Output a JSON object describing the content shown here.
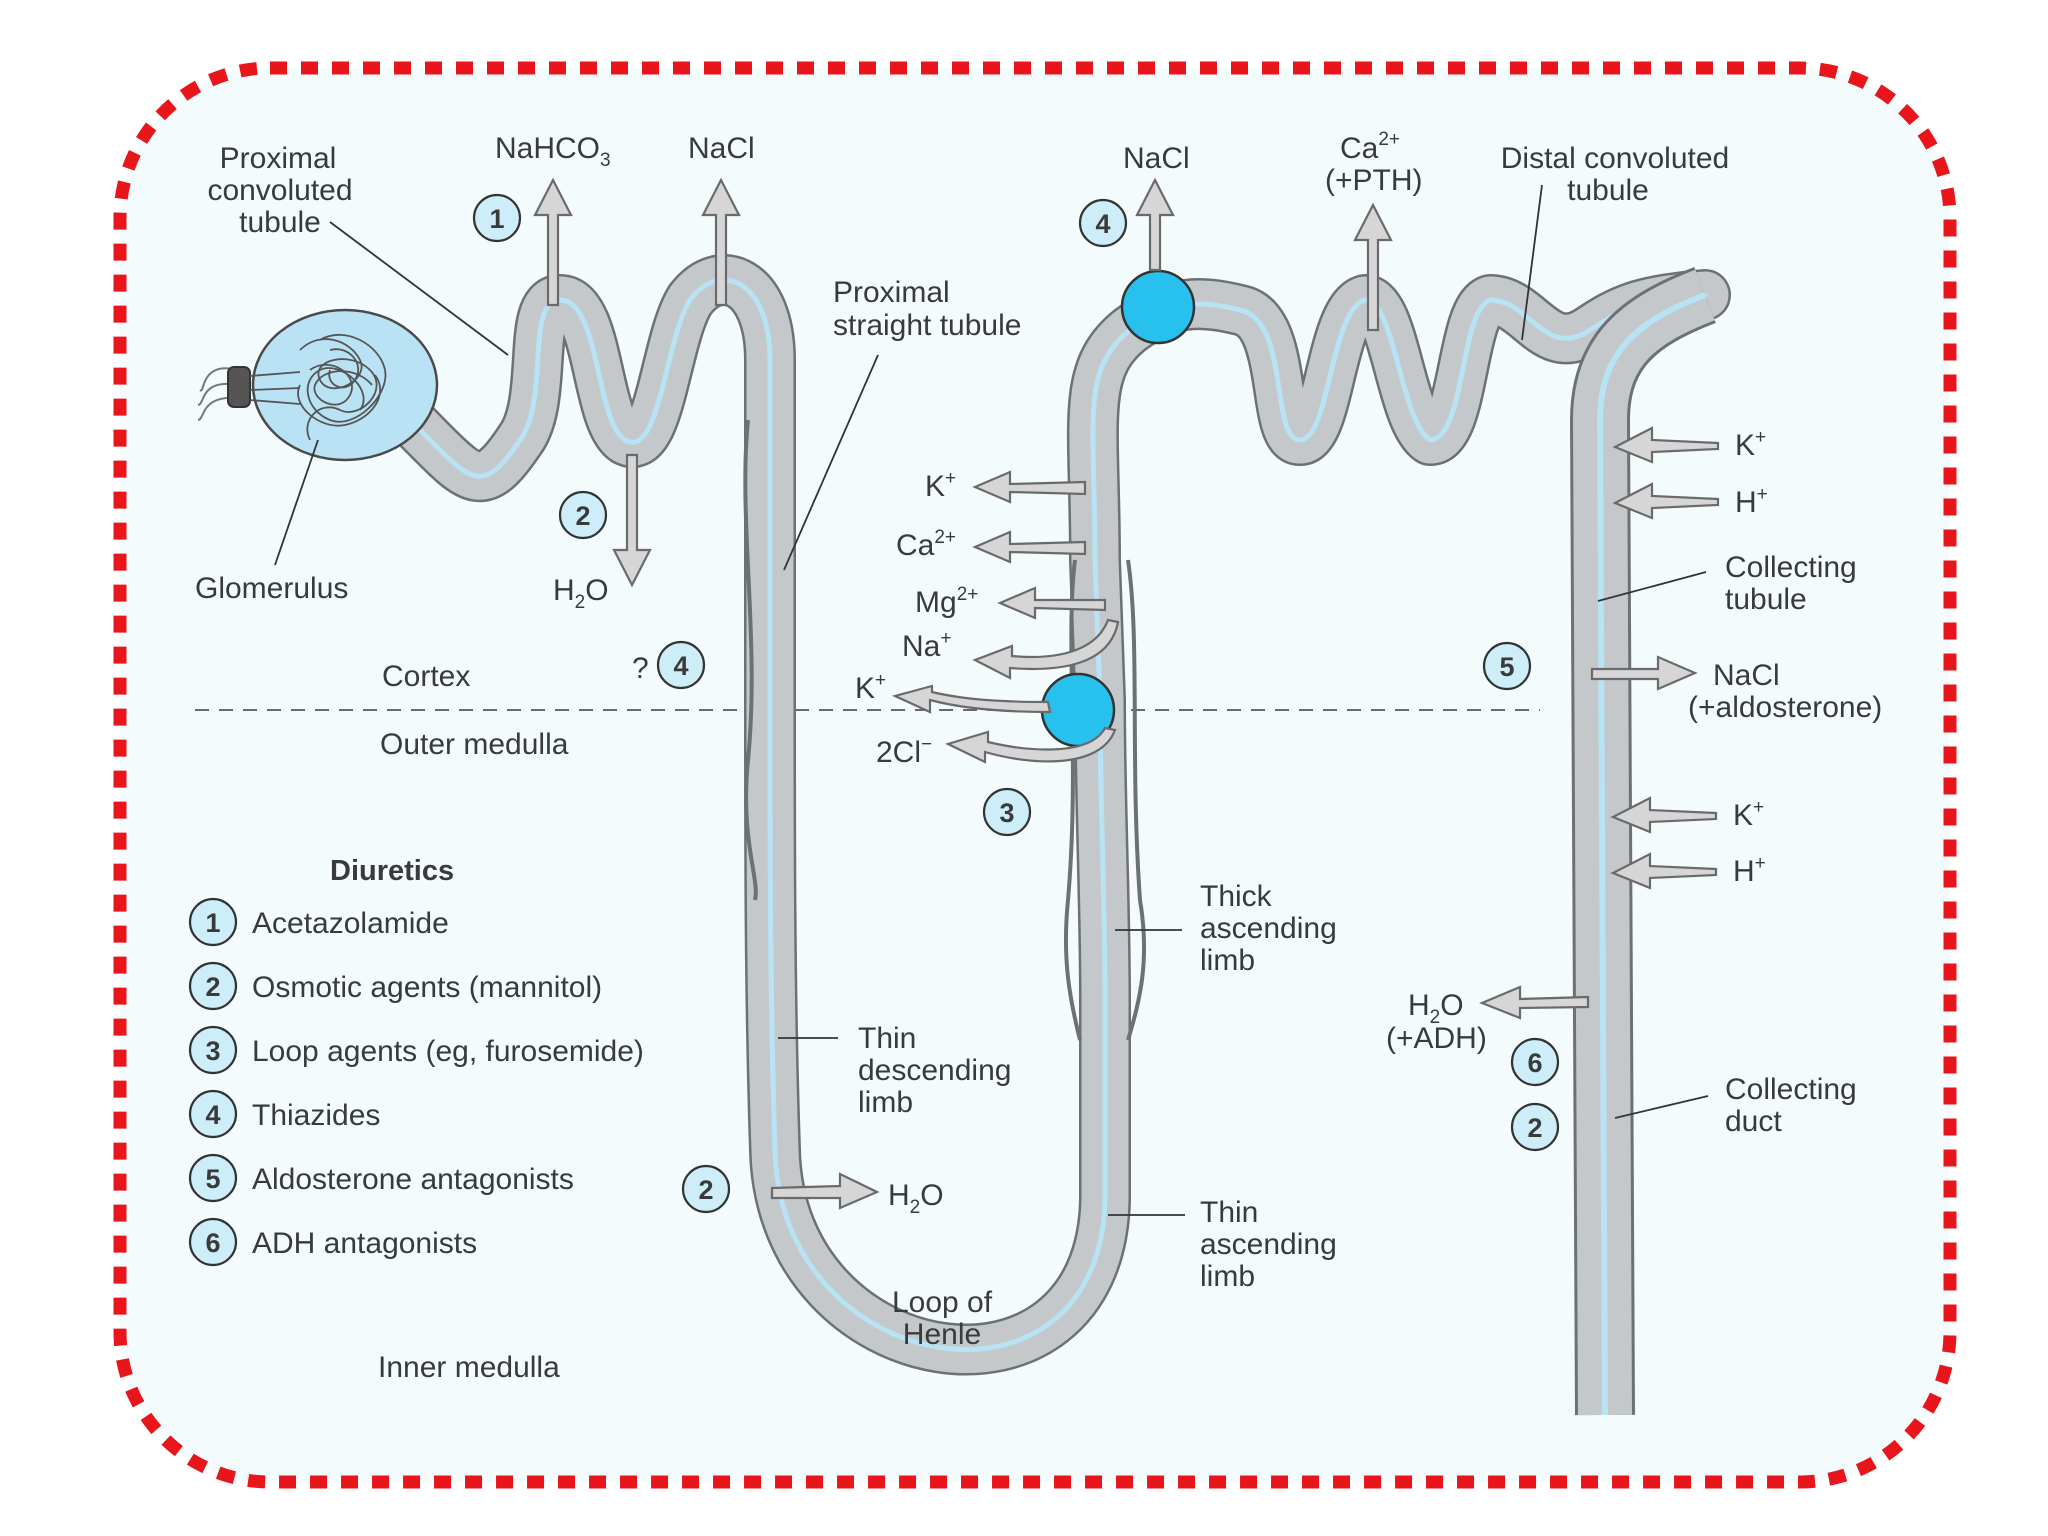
{
  "labels": {
    "proximal_convoluted": [
      "Proximal",
      "convoluted",
      "tubule"
    ],
    "glomerulus": "Glomerulus",
    "nahco3_base": "NaHCO",
    "nahco3_sub": "3",
    "nacl_top_left": "NaCl",
    "proximal_straight": [
      "Proximal",
      "straight tubule"
    ],
    "nacl_top_mid": "NaCl",
    "ca_top_base": "Ca",
    "ca_top_sup": "2+",
    "pth": "(+PTH)",
    "distal_convoluted": [
      "Distal convoluted",
      "tubule"
    ],
    "h2o_left_base": "H",
    "h2o_left_sub": "2",
    "h2o_left_end": "O",
    "question_mark": "?",
    "cortex": "Cortex",
    "outer_medulla": "Outer medulla",
    "inner_medulla": "Inner medulla",
    "k_thick_base": "K",
    "k_thick_sup": "+",
    "ca_thick_base": "Ca",
    "ca_thick_sup": "2+",
    "mg_thick_base": "Mg",
    "mg_thick_sup": "2+",
    "na_cot_base": "Na",
    "na_cot_sup": "+",
    "k_cot_base": "K",
    "k_cot_sup": "+",
    "cl_cot_base": "2Cl",
    "cl_cot_sup": "−",
    "thick_ascending": [
      "Thick",
      "ascending",
      "limb"
    ],
    "thin_descending": [
      "Thin",
      "descending",
      "limb"
    ],
    "thin_ascending": [
      "Thin",
      "ascending",
      "limb"
    ],
    "loop_of_henle": [
      "Loop of",
      "Henle"
    ],
    "h2o_loop_base": "H",
    "h2o_loop_sub": "2",
    "h2o_loop_end": "O",
    "k_collect1_base": "K",
    "k_collect1_sup": "+",
    "h_collect1_base": "H",
    "h_collect1_sup": "+",
    "collecting_tubule": [
      "Collecting",
      "tubule"
    ],
    "nacl_aldo": [
      "NaCl",
      "(+aldosterone)"
    ],
    "k_collect2_base": "K",
    "k_collect2_sup": "+",
    "h_collect2_base": "H",
    "h_collect2_sup": "+",
    "h2o_adh_base": "H",
    "h2o_adh_sub": "2",
    "h2o_adh_end": "O",
    "adh": "(+ADH)",
    "collecting_duct": [
      "Collecting",
      "duct"
    ]
  },
  "badges": {
    "pct_1": "1",
    "pct_2": "2",
    "cortex_4": "4",
    "dct_4": "4",
    "tal_3": "3",
    "ct_5": "5",
    "cd_6": "6",
    "cd_2": "2",
    "loop_2": "2"
  },
  "legend": {
    "title": "Diuretics",
    "items": [
      {
        "num": "1",
        "label": "Acetazolamide"
      },
      {
        "num": "2",
        "label": "Osmotic agents (mannitol)"
      },
      {
        "num": "3",
        "label": "Loop agents (eg, furosemide)"
      },
      {
        "num": "4",
        "label": "Thiazides"
      },
      {
        "num": "5",
        "label": "Aldosterone antagonists"
      },
      {
        "num": "6",
        "label": "ADH antagonists"
      }
    ]
  },
  "colors": {
    "background": "#f3fbfd",
    "frame": "#e8161b",
    "tubule_fill": "#c5c8ca",
    "tubule_edge": "#6d7173",
    "lumen": "#b7e3f4",
    "badge_fill": "#cdeef9",
    "transporter": "#28c0ec",
    "glomerulus_fill": "#b9e3f5",
    "arrow_fill": "#d6d6d6"
  }
}
